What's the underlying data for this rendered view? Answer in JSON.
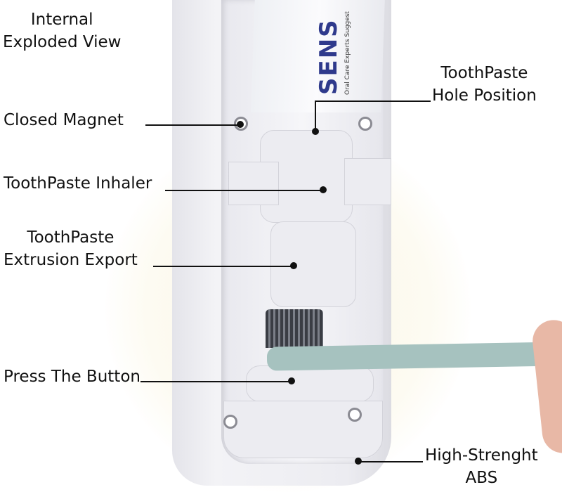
{
  "tube": {
    "brand": "SENS",
    "tagline": "Oral Care Experts Suggest"
  },
  "labels": {
    "exploded_view": "Internal\nExploded View",
    "closed_magnet": "Closed Magnet",
    "inhaler": "ToothPaste Inhaler",
    "extrusion": "ToothPaste\nExtrusion Export",
    "press_button": "Press The Button",
    "hole_position": "ToothPaste\nHole Position",
    "abs": "High-Strenght\nABS"
  },
  "colors": {
    "brand": "#2f3a8c",
    "brush_handle": "#a6c2bf"
  }
}
